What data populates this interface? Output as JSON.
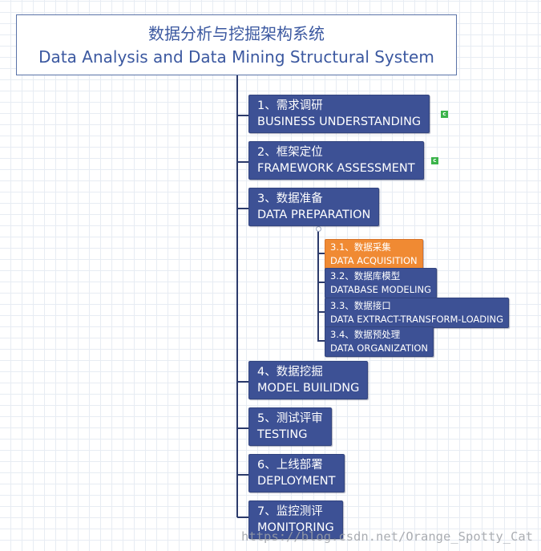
{
  "root": {
    "zh": "数据分析与挖掘架构系统",
    "en": "Data Analysis and Data Mining Structural System"
  },
  "nodes": [
    {
      "zh": "1、需求调研",
      "en": "BUSINESS UNDERSTANDING",
      "tag": "c"
    },
    {
      "zh": "2、框架定位",
      "en": "FRAMEWORK ASSESSMENT",
      "tag": "c"
    },
    {
      "zh": "3、数据准备",
      "en": "DATA PREPARATION",
      "children": [
        {
          "zh": "3.1、数据采集",
          "en": "DATA ACQUISITION",
          "highlight": true
        },
        {
          "zh": "3.2、数据库模型",
          "en": "DATABASE MODELING"
        },
        {
          "zh": "3.3、数据接口",
          "en": "DATA EXTRACT-TRANSFORM-LOADING"
        },
        {
          "zh": "3.4、数据预处理",
          "en": "DATA ORGANIZATION"
        }
      ]
    },
    {
      "zh": "4、数据挖掘",
      "en": "MODEL BUILIDNG"
    },
    {
      "zh": "5、测试评审",
      "en": "TESTING"
    },
    {
      "zh": "6、上线部署",
      "en": "DEPLOYMENT"
    },
    {
      "zh": "7、监控测评",
      "en": "MONITORING"
    }
  ],
  "colors": {
    "node": "#3d5195",
    "highlight": "#f08a33",
    "title": "#3b58a0",
    "tag": "#3bb34a"
  },
  "watermark": "https://blog.csdn.net/Orange_Spotty_Cat"
}
